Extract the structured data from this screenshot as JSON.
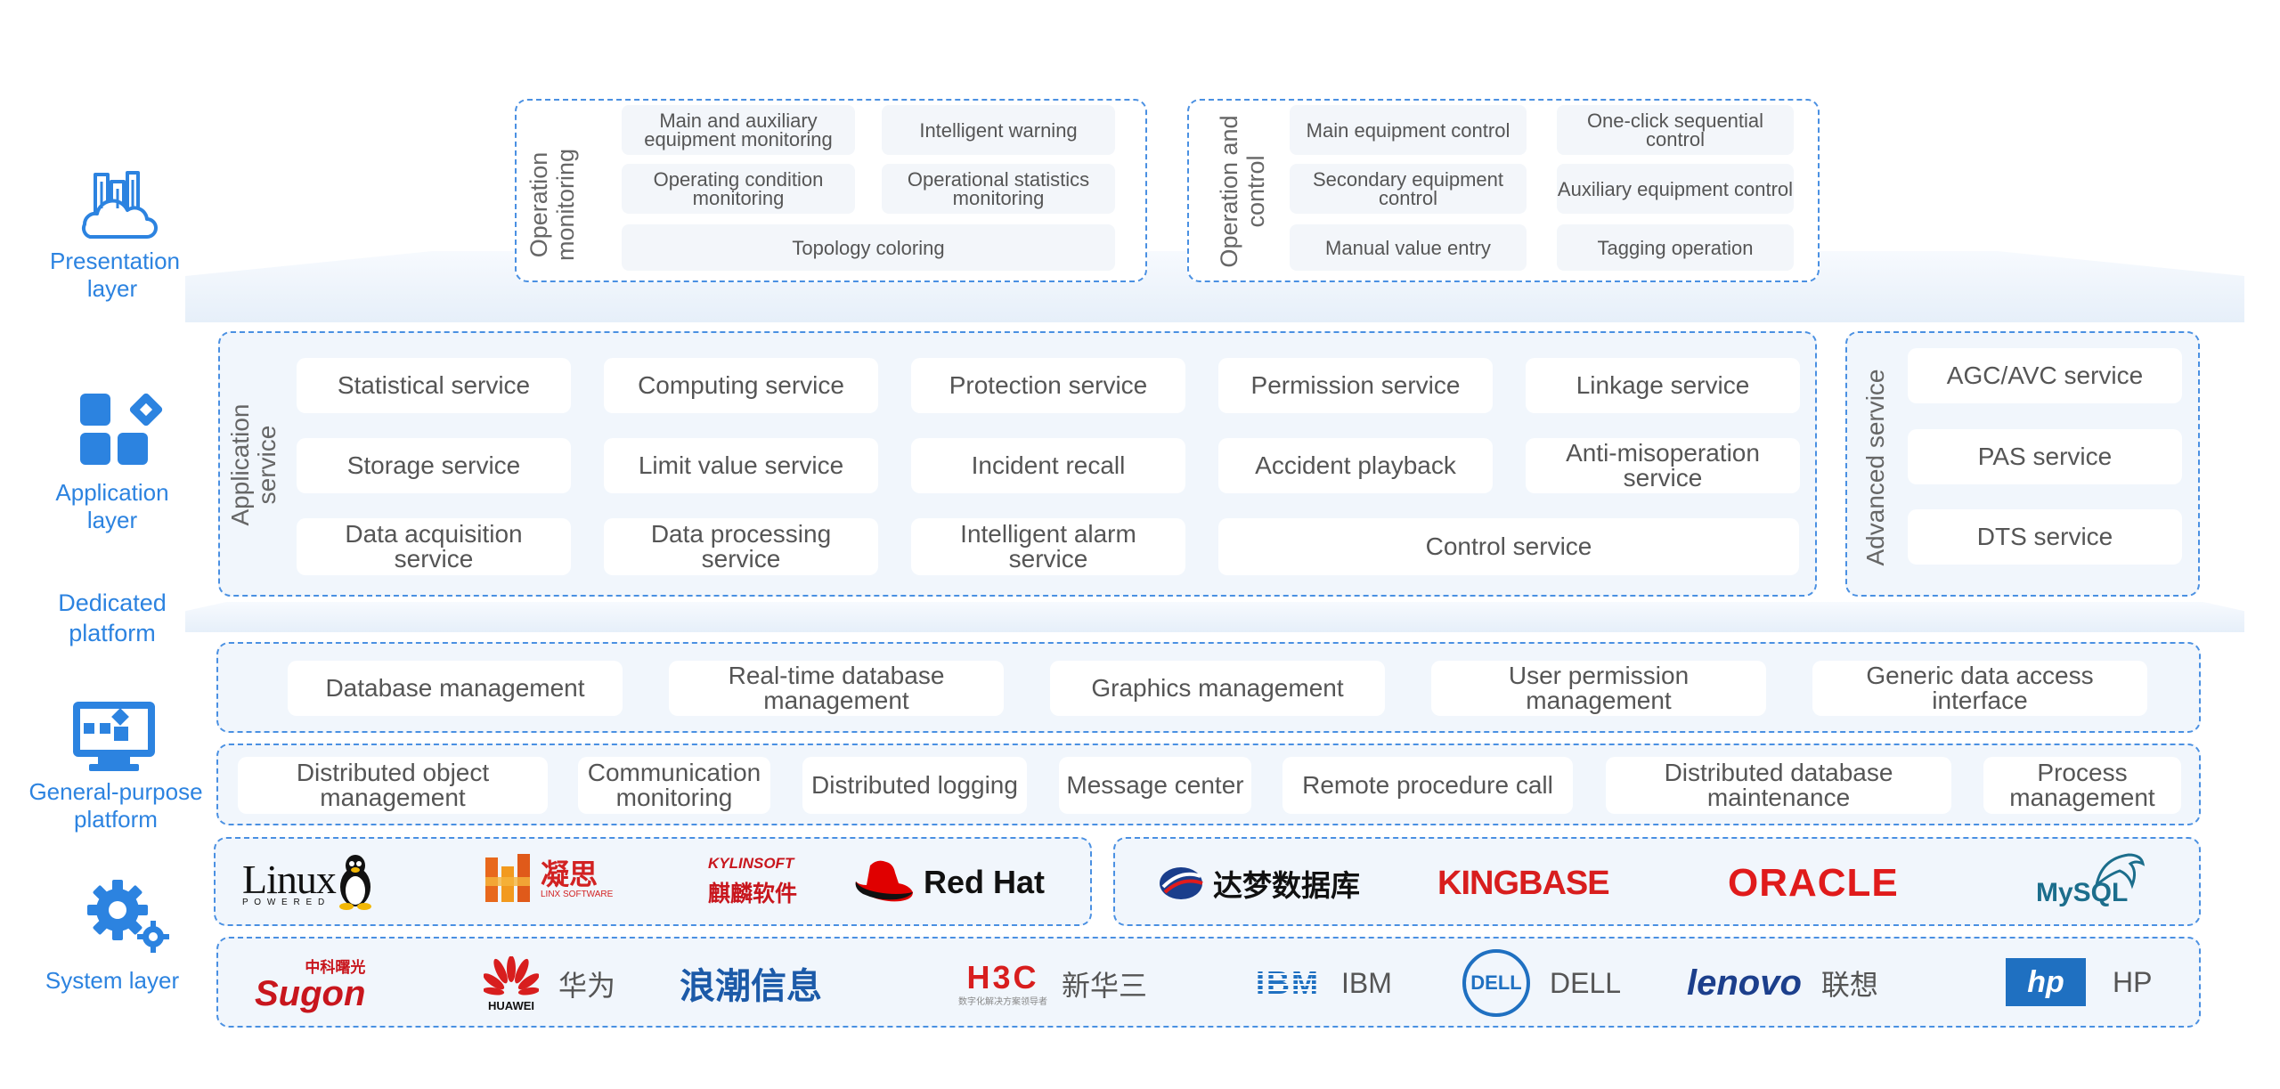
{
  "layers": {
    "presentation": "Presentation layer",
    "application": "Application layer",
    "dedicated": "Dedicated platform",
    "general": "General-purpose platform",
    "system": "System layer"
  },
  "operation_monitoring": {
    "title": "Operation monitoring",
    "items": [
      "Main and auxiliary equipment monitoring",
      "Intelligent warning",
      "Operating condition monitoring",
      "Operational statistics monitoring",
      "Topology coloring"
    ]
  },
  "operation_control": {
    "title": "Operation and control",
    "items": [
      "Main equipment control",
      "One-click sequential control",
      "Secondary equipment control",
      "Auxiliary equipment control",
      "Manual value entry",
      "Tagging operation"
    ]
  },
  "application_service": {
    "title": "Application service",
    "items": [
      "Statistical service",
      "Computing service",
      "Protection service",
      "Permission service",
      "Linkage service",
      "Storage service",
      "Limit value service",
      "Incident recall",
      "Accident playback",
      "Anti-misoperation service",
      "Data acquisition service",
      "Data processing service",
      "Intelligent alarm service",
      "Control service"
    ]
  },
  "advanced_service": {
    "title": "Advanced service",
    "items": [
      "AGC/AVC service",
      "PAS service",
      "DTS service"
    ]
  },
  "dedicated_platform": {
    "items": [
      "Database management",
      "Real-time database management",
      "Graphics management",
      "User permission management",
      "Generic data access interface"
    ]
  },
  "general_platform": {
    "items": [
      "Distributed object management",
      "Communication monitoring",
      "Distributed logging",
      "Message center",
      "Remote procedure call",
      "Distributed database maintenance",
      "Process management"
    ]
  },
  "os_logos": {
    "linux": "Linux",
    "linux_sub": "P O W E R E D",
    "linx": "凝思",
    "linx_sub": "LINX SOFTWARE",
    "kylin": "KYLINSOFT",
    "kylin_cn": "麒麟软件",
    "redhat": "Red Hat"
  },
  "db_logos": {
    "dameng": "达梦数据库",
    "kingbase": "KINGBASE",
    "oracle": "ORACLE",
    "mysql": "MySQL"
  },
  "hw_logos": {
    "sugon_cn": "中科曙光",
    "sugon": "Sugon",
    "huawei": "HUAWEI",
    "huawei_cn": "华为",
    "inspur": "浪潮信息",
    "h3c": "H3C",
    "h3c_sub": "数字化解决方案领导者",
    "h3c_cn": "新华三",
    "ibm_logo": "IBM",
    "ibm": "IBM",
    "dell_logo": "DELL",
    "dell": "DELL",
    "lenovo": "lenovo",
    "lenovo_cn": "联想",
    "hp_logo": "hp",
    "hp": "HP"
  },
  "colors": {
    "accent": "#2c83e0",
    "dashed_border": "#4a90e2",
    "red": "#d81e1e",
    "navy": "#1a3e8c"
  }
}
